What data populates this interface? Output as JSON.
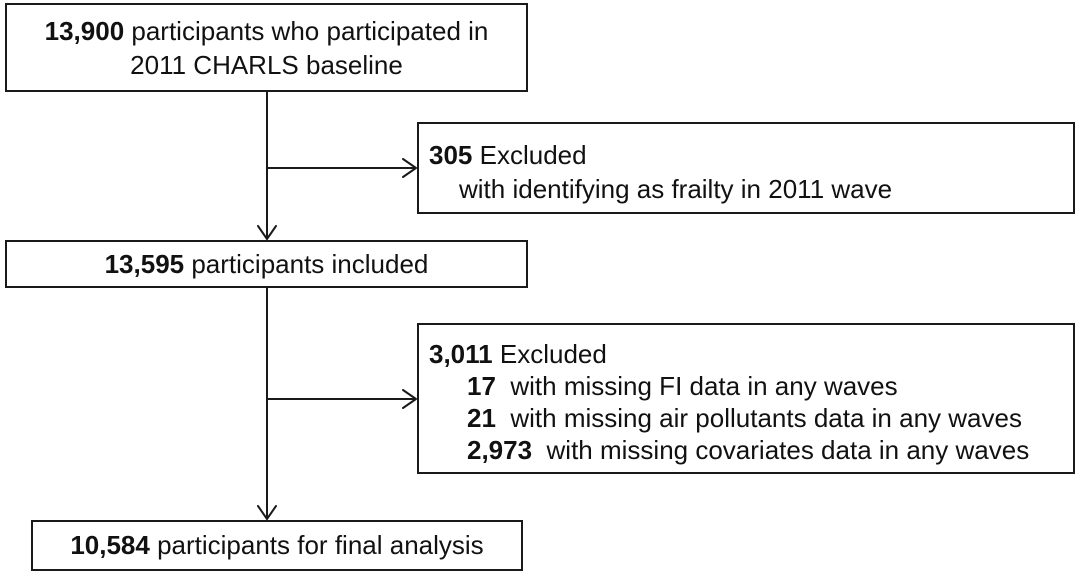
{
  "boxes": {
    "baseline": {
      "count": "13,900",
      "line1": " participants who participated in",
      "line2": "2011 CHARLS baseline"
    },
    "exclusion1": {
      "count": "305",
      "label": " Excluded",
      "detail": "with identifying as frailty in 2011 wave"
    },
    "included": {
      "count": "13,595",
      "label": " participants included"
    },
    "exclusion2": {
      "count": "3,011",
      "label": " Excluded",
      "items": [
        {
          "count": "17",
          "label": "  with missing FI data in any waves"
        },
        {
          "count": "21",
          "label": "  with missing air pollutants data in any waves"
        },
        {
          "count": "2,973",
          "label": "  with missing covariates data in any waves"
        }
      ]
    },
    "final": {
      "count": "10,584",
      "label": " participants for final analysis"
    }
  }
}
